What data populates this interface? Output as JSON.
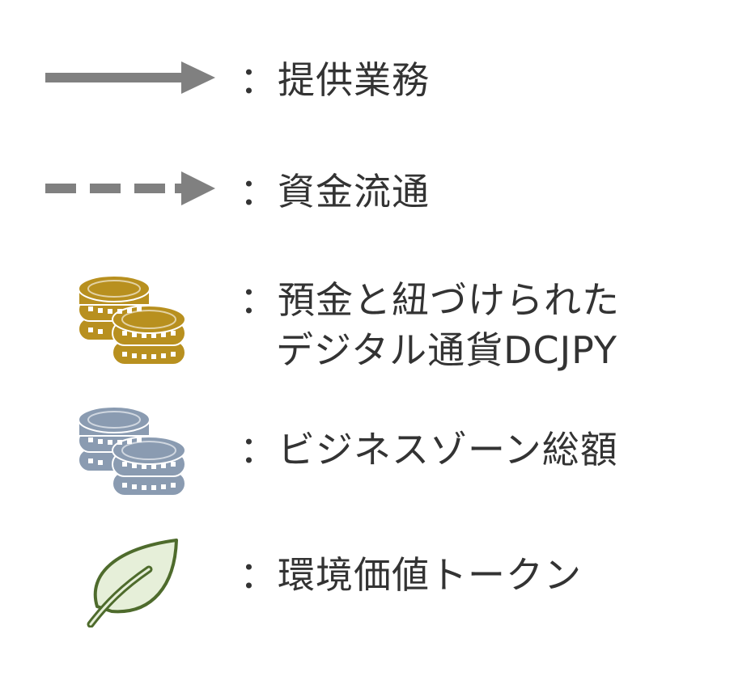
{
  "legend": {
    "items": [
      {
        "symbol": "solid-arrow-icon",
        "label": "：提供業務"
      },
      {
        "symbol": "dashed-arrow-icon",
        "label": "：資金流通"
      },
      {
        "symbol": "gold-coins-icon",
        "label_line1": "：預金と紐づけられた",
        "label_line2": "デジタル通貨DCJPY",
        "color": "#b8901f"
      },
      {
        "symbol": "blue-coins-icon",
        "label": "：ビジネスゾーン総額",
        "color": "#8a9bb1"
      },
      {
        "symbol": "leaf-icon",
        "label": "：環境価値トークン",
        "color": "#e6efd9",
        "stroke": "#4e6b2c"
      }
    ],
    "arrow_color": "#808080"
  }
}
